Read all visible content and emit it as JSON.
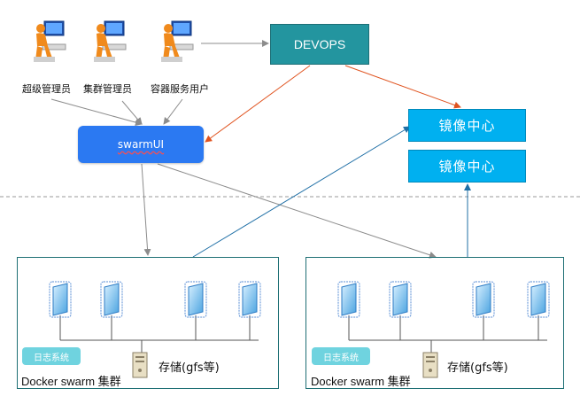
{
  "roles": [
    {
      "label": "超级管理员",
      "icon": "user-computer-icon"
    },
    {
      "label": "集群管理员",
      "icon": "user-computer-icon"
    },
    {
      "label": "容器服务用户",
      "icon": "user-computer-icon"
    }
  ],
  "devops": {
    "label": "DEVOPS"
  },
  "swarmui": {
    "label": "swarmUI"
  },
  "registries": [
    {
      "label": "镜像中心"
    },
    {
      "label": "镜像中心"
    }
  ],
  "clusters": [
    {
      "name": "Docker swarm 集群",
      "log_badge": "日志系统",
      "storage": "存储(gfs等)",
      "nodes": 4
    },
    {
      "name": "Docker swarm 集群",
      "log_badge": "日志系统",
      "storage": "存储(gfs等)",
      "nodes": 4
    }
  ],
  "colors": {
    "devops": "#23959f",
    "swarmui": "#2b79f2",
    "registry": "#00b0f0",
    "cluster_border": "#1e6f74",
    "log_badge": "#6fd3df",
    "arrow_gray": "#8c8c8c",
    "arrow_orange": "#e0531f",
    "arrow_blue": "#1f6fa6"
  }
}
